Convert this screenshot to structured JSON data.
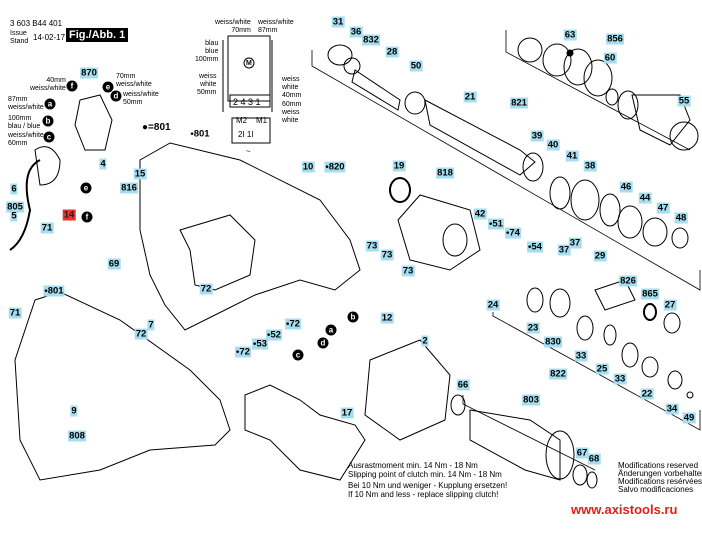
{
  "header": {
    "model": "3 603 B44 401",
    "issue_label": "Issue\nStand",
    "date": "14-02-17",
    "figure": "Fig./Abb. 1"
  },
  "wiring": {
    "top_left": "weiss/white\n70mm",
    "top_right": "weiss/white\n87mm",
    "blue": "blau\nblue\n100mm",
    "white50": "weiss\nwhite\n50mm",
    "white40": "weiss\nwhite\n40mm",
    "white60": "60mm\nweiss\nwhite",
    "terminals": "2 4 3 1",
    "m2": "M2",
    "m1": "M1",
    "motor": "M",
    "switch": "2I 1I",
    "ac": "~"
  },
  "switch_wires": {
    "w40": "40mm\nweiss/white",
    "w70": "70mm\nweiss/white",
    "w87": "87mm\nweiss/white",
    "w50": "weiss/white\n50mm",
    "b100": "100mm\nblau / blue",
    "w60": "weiss/white\n60mm"
  },
  "legend_801": "●=801",
  "letters": [
    "f",
    "e",
    "d",
    "a",
    "b",
    "c",
    "e",
    "f",
    "b",
    "a",
    "d",
    "c"
  ],
  "parts": [
    "31",
    "36",
    "832",
    "28",
    "50",
    "21",
    "821",
    "39",
    "40",
    "41",
    "38",
    "46",
    "44",
    "47",
    "48",
    "63",
    "856",
    "60",
    "55",
    "10",
    "•820",
    "19",
    "818",
    "42",
    "•51",
    "•74",
    "•54",
    "37",
    "37",
    "29",
    "826",
    "865",
    "27",
    "24",
    "23",
    "830",
    "33",
    "822",
    "25",
    "33",
    "22",
    "34",
    "49",
    "66",
    "803",
    "67",
    "68",
    "2",
    "12",
    "73",
    "73",
    "73",
    "870",
    "•801",
    "4",
    "15",
    "816",
    "6",
    "805",
    "5",
    "14",
    "71",
    "69",
    "72",
    "7",
    "72",
    "71",
    "•72",
    "•52",
    "•53",
    "•72",
    "9",
    "808",
    "17",
    "•801",
    "72"
  ],
  "notes": {
    "clutch_de": "Ausrastmoment min. 14 Nm - 18 Nm",
    "clutch_en": "Slipping point of clutch min. 14 Nm - 18 Nm",
    "replace_de": "Bei 10 Nm und weniger - Kupplung ersetzen!",
    "replace_en": "If 10 Nm and less - replace slipping clutch!"
  },
  "modifications": [
    "Modifications reserved",
    "Änderungen vorbehalten",
    "Modifications resérvées",
    "Salvo modificaciones"
  ],
  "website": "www.axistools.ru",
  "colors": {
    "label_bg": "#a6def0",
    "highlight": "#e8322a",
    "website": "#e0201a"
  }
}
